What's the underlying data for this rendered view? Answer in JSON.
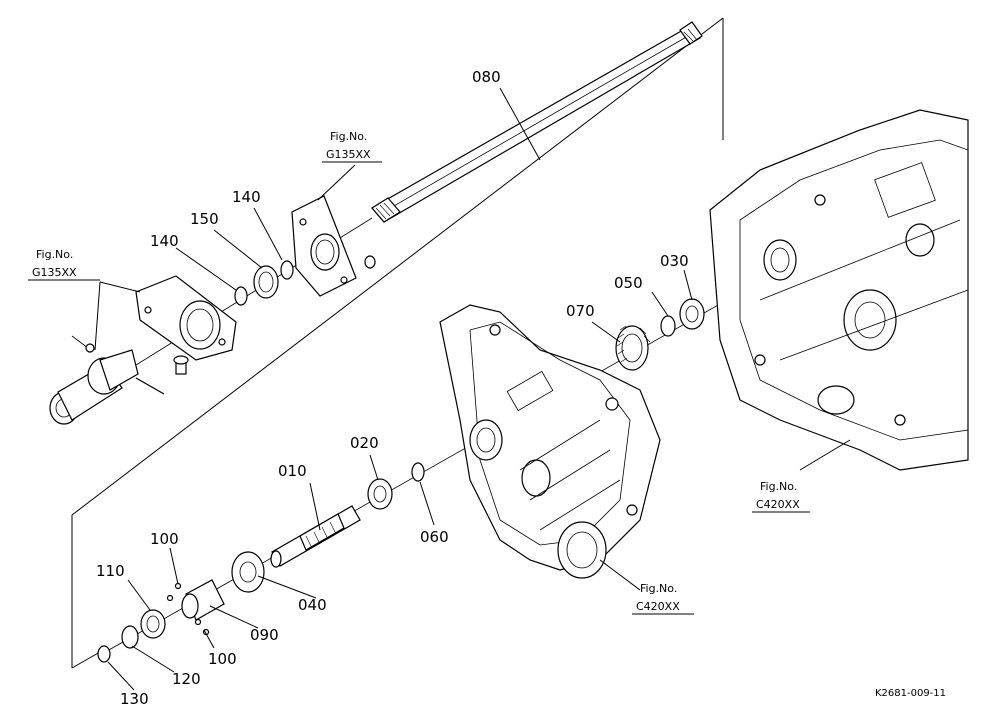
{
  "parts": {
    "p010": "010",
    "p020": "020",
    "p030": "030",
    "p040": "040",
    "p050": "050",
    "p060": "060",
    "p070": "070",
    "p080": "080",
    "p090": "090",
    "p100a": "100",
    "p100b": "100",
    "p110": "110",
    "p120": "120",
    "p130": "130",
    "p140a": "140",
    "p140b": "140",
    "p150": "150"
  },
  "references": {
    "g135_top": {
      "line1": "Fig.No.",
      "line2": "G135XX"
    },
    "g135_left": {
      "line1": "Fig.No.",
      "line2": "G135XX"
    },
    "c420_right": {
      "line1": "Fig.No.",
      "line2": "C420XX"
    },
    "c420_bottom": {
      "line1": "Fig.No.",
      "line2": "C420XX"
    }
  },
  "diagram_code": "K2681-009-11"
}
